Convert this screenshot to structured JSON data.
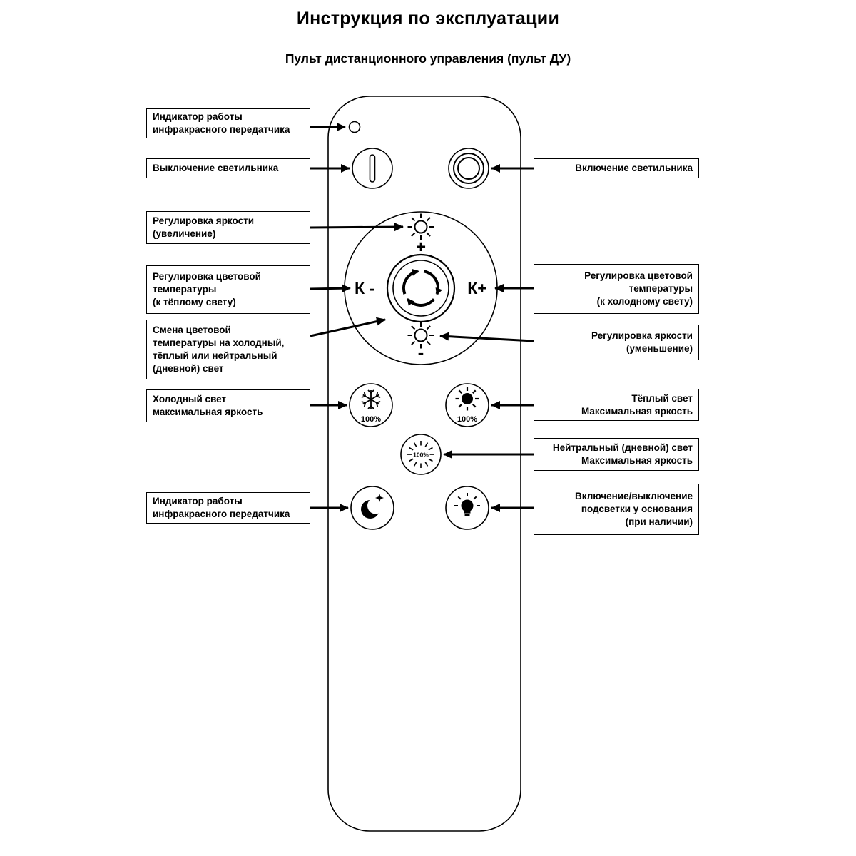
{
  "page": {
    "title": "Инструкция по эксплуатации",
    "subtitle": "Пульт дистанционного управления (пульт ДУ)"
  },
  "callouts": {
    "left": [
      {
        "id": "ir-indicator-top",
        "text": "Индикатор работы\nинфракрасного передатчика"
      },
      {
        "id": "power-off",
        "text": "Выключение светильника"
      },
      {
        "id": "brightness-up",
        "text": "Регулировка яркости\n(увеличение)"
      },
      {
        "id": "temp-warm",
        "text": "Регулировка цветовой\nтемпературы\n(к тёплому свету)"
      },
      {
        "id": "temp-cycle",
        "text": "Смена цветовой\nтемпературы на холодный,\nтёплый или нейтральный\n(дневной) свет"
      },
      {
        "id": "cold-max",
        "text": "Холодный свет\nмаксимальная яркость"
      },
      {
        "id": "ir-indicator-bottom",
        "text": "Индикатор работы\nинфракрасного передатчика"
      }
    ],
    "right": [
      {
        "id": "power-on",
        "text": "Включение светильника"
      },
      {
        "id": "temp-cold",
        "text": "Регулировка цветовой\nтемпературы\n(к холодному свету)"
      },
      {
        "id": "brightness-down",
        "text": "Регулировка яркости\n(уменьшение)"
      },
      {
        "id": "warm-max",
        "text": "Тёплый свет\nМаксимальная яркость"
      },
      {
        "id": "neutral-max",
        "text": "Нейтральный (дневной) свет\nМаксимальная яркость"
      },
      {
        "id": "base-light",
        "text": "Включение/выключение\nподсветки у основания\n(при наличии)"
      }
    ]
  },
  "remote": {
    "k_minus": "К -",
    "k_plus": "К+",
    "plus": "+",
    "minus": "-",
    "percent_cold": "100%",
    "percent_warm": "100%",
    "percent_neutral": "100%"
  },
  "colors": {
    "ink": "#000000",
    "background": "#ffffff"
  }
}
